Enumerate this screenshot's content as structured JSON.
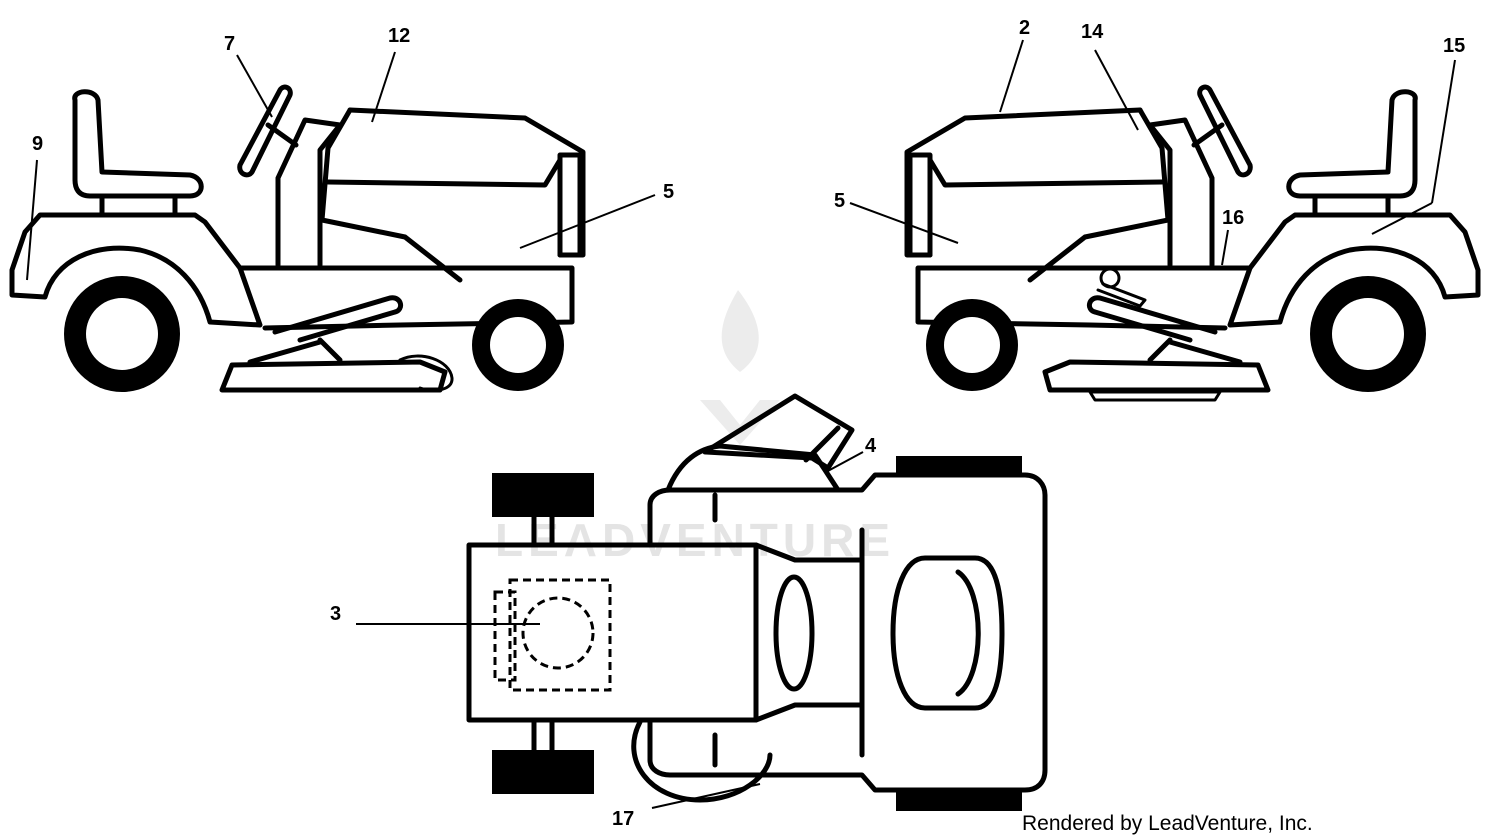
{
  "diagram": {
    "callouts": [
      "7",
      "12",
      "9",
      "5",
      "2",
      "14",
      "15",
      "5",
      "16",
      "4",
      "3",
      "17"
    ],
    "watermark_text": "LEADVENTURE",
    "credit": "Rendered by LeadVenture, Inc."
  },
  "colors": {
    "line": "#000000",
    "background": "#ffffff",
    "watermark": "#e4e4e4"
  }
}
